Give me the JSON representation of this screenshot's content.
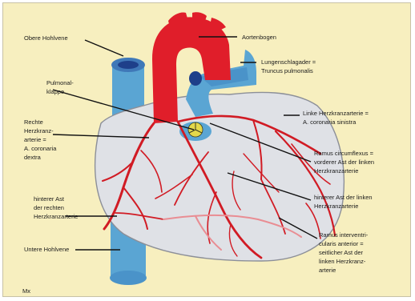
{
  "labels": {
    "obere_hohlvene": "Obere Hohlvene",
    "aortenbogen": "Aortenbogen",
    "lungenschlagader_1": "Lungenschlagader =",
    "lungenschlagader_2": "Truncus pulmonalis",
    "pulmonalklappe_1": "Pulmonal-",
    "pulmonalklappe_2": "klappe",
    "rechte_kranz_1": "Rechte",
    "rechte_kranz_2": "Herzkranz-",
    "rechte_kranz_3": "arterie =",
    "rechte_kranz_4": "A. coronaria",
    "rechte_kranz_5": "dextra",
    "linke_kranz_1": "Linke Herzkranzarterie =",
    "linke_kranz_2": "A. coronaria sinistra",
    "ramus_circ_1": "Ramus circumflexus =",
    "ramus_circ_2": "vorderer Ast der linken",
    "ramus_circ_3": "Herzkranzarterie",
    "hinterer_links_1": "hinterer Ast der linken",
    "hinterer_links_2": "Herzkranzarterie",
    "hinterer_rechts_1": "hinterer Ast",
    "hinterer_rechts_2": "der rechten",
    "hinterer_rechts_3": "Herzkranzarterie",
    "untere_hohlvene": "Untere Hohlvene",
    "ramus_inter_1": "Ramus interventri-",
    "ramus_inter_2": "cularis anterior =",
    "ramus_inter_3": "seitlicher Ast der",
    "ramus_inter_4": "linken Herzkranz-",
    "ramus_inter_5": "arterie",
    "corner_mark": "Mx"
  },
  "colors": {
    "background": "#f7efbf",
    "aorta": "#e01e2a",
    "vein_blue": "#5aa5d3",
    "heart_body": "#dfe1e6",
    "artery": "#d11b24",
    "valve": "#e3d84a"
  }
}
